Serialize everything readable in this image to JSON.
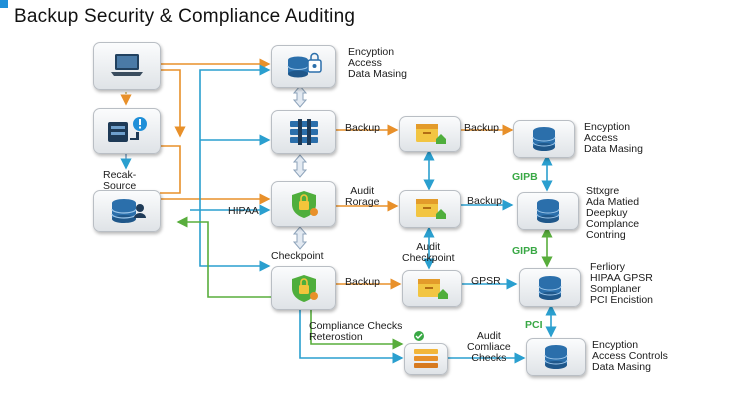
{
  "title": "Backup Security & Compliance Auditing",
  "colors": {
    "accent_blue": "#1f8fd8",
    "flow_orange": "#e8902a",
    "flow_blue": "#2a9fcf",
    "flow_green": "#58ad3c",
    "badge_green": "#39a845"
  },
  "nodes": [
    {
      "name": "workstation",
      "icon": "laptop-icon"
    },
    {
      "name": "server-policy",
      "icon": "server-info-icon"
    },
    {
      "name": "source-database",
      "icon": "database-user-icon"
    },
    {
      "name": "encryption-vault",
      "icon": "database-lock-icon"
    },
    {
      "name": "hub",
      "icon": "network-hub-icon"
    },
    {
      "name": "hipaa-shield",
      "icon": "shield-lock-icon"
    },
    {
      "name": "checkpoint-shield",
      "icon": "shield-lock-icon"
    },
    {
      "name": "backup-archive-1",
      "icon": "archive-lock-icon"
    },
    {
      "name": "audit-archive",
      "icon": "archive-lock-icon"
    },
    {
      "name": "backup-archive-2",
      "icon": "archive-lock-icon"
    },
    {
      "name": "compliance-stack",
      "icon": "stack-icon"
    },
    {
      "name": "database-1",
      "icon": "database-icon"
    },
    {
      "name": "database-2",
      "icon": "database-icon"
    },
    {
      "name": "database-3",
      "icon": "database-icon"
    },
    {
      "name": "database-4",
      "icon": "database-icon"
    }
  ],
  "labels": {
    "source": [
      "Recak-",
      "Source"
    ],
    "top_desc": [
      "Encyption",
      "Access",
      "Data Masing"
    ],
    "backup_1": "Backup",
    "backup_2": "Backup",
    "db1_desc": [
      "Encyption",
      "Access",
      "Data Masing"
    ],
    "hipaa": "HIPAA",
    "audit_rorage": [
      "Audit",
      "Rorage"
    ],
    "backup_3": "Backup",
    "gipb_1": "GIPB",
    "db2_desc": [
      "Sttxgre",
      "Ada Matied",
      "Deepkuy",
      "Complance",
      "Contring"
    ],
    "checkpoint": "Checkpoint",
    "audit_checkpoint": [
      "Audit",
      "Checkpoint"
    ],
    "gipb_2": "GIPB",
    "backup_4": "Backup",
    "gpsr": "GPSR",
    "db3_desc": [
      "Ferliory",
      "HIPAA GPSR",
      "Somplaner",
      "PCI Encistion"
    ],
    "compliance_checks": [
      "Compliance Checks",
      "Reterostion"
    ],
    "audit_comliace": [
      "Audit",
      "Comliace",
      "Checks"
    ],
    "pci": "PCI",
    "db4_desc": [
      "Encyption",
      "Access Controls",
      "Data Masing"
    ]
  }
}
